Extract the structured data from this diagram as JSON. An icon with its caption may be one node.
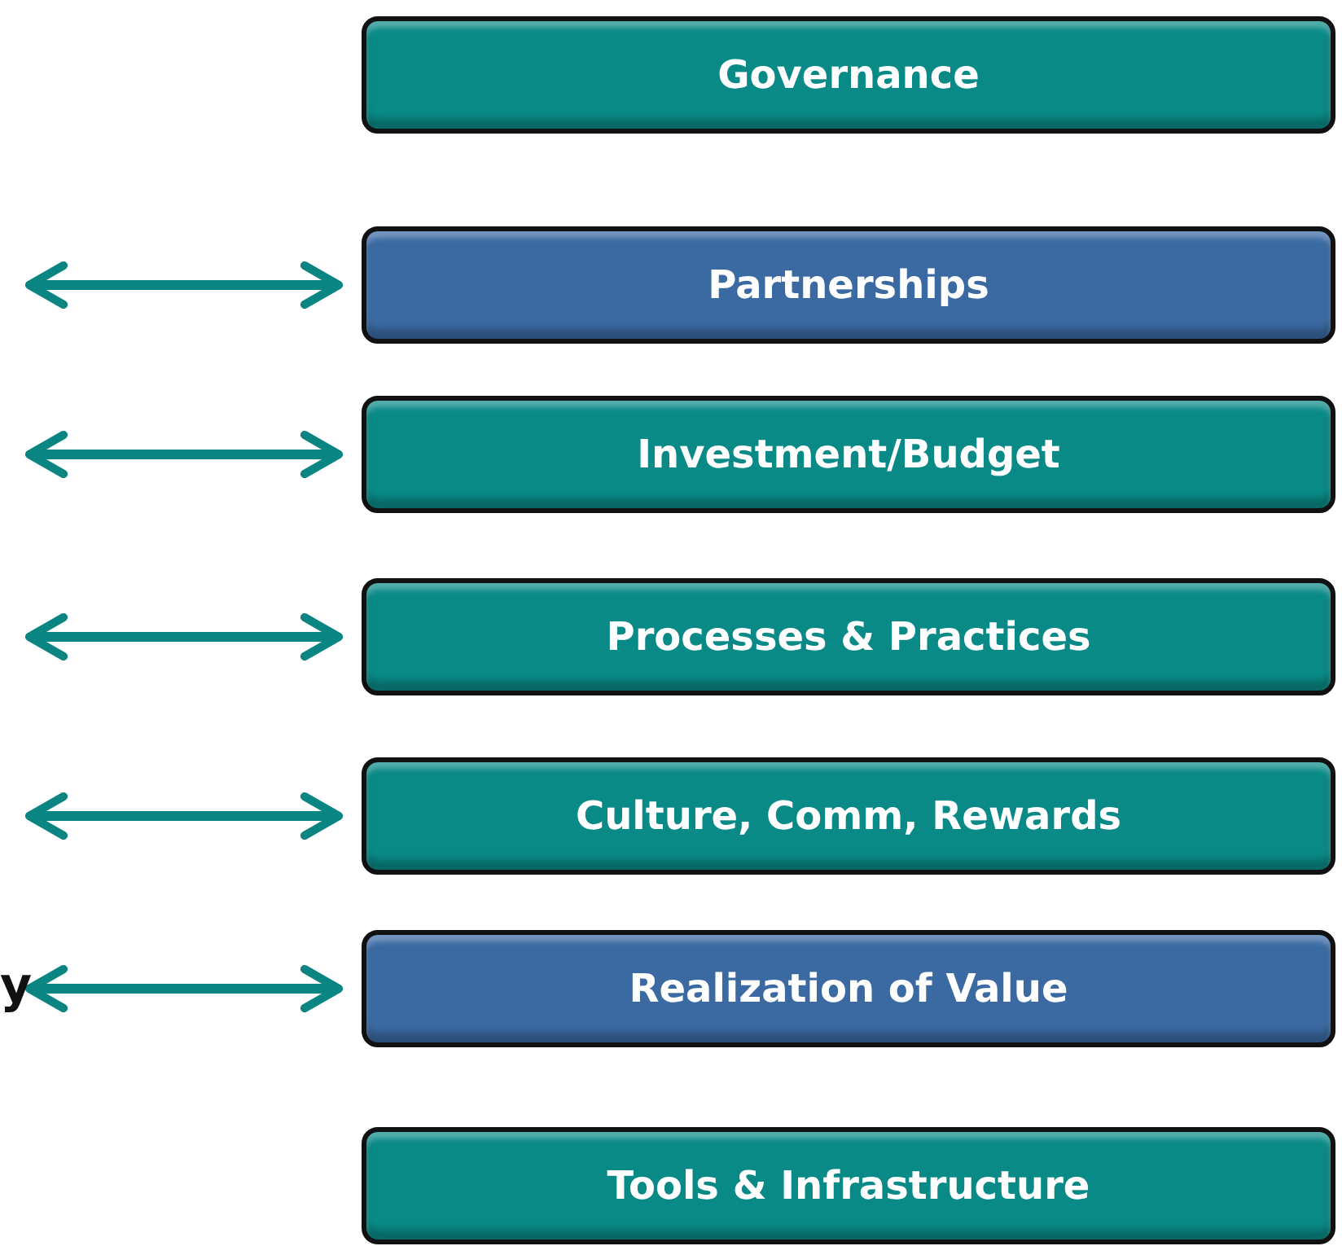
{
  "diagram": {
    "nodes": [
      {
        "text": [
          "Governance"
        ]
      },
      {
        "text": [
          "Partnerships"
        ]
      },
      {
        "text": [
          "Investment/Budget"
        ]
      },
      {
        "text": [
          "Processes & Practices"
        ]
      },
      {
        "text": [
          "Culture, Comm, Rewards"
        ]
      },
      {
        "text": [
          "y"
        ]
      },
      {
        "text": [
          "Realization of Value"
        ]
      },
      {
        "text": [
          "Tools & Infrastructure"
        ]
      }
    ],
    "edges": [
      {
        "from": null,
        "to": 1,
        "arrow": "both"
      },
      {
        "from": null,
        "to": 2,
        "arrow": "both"
      },
      {
        "from": null,
        "to": 3,
        "arrow": "both"
      },
      {
        "from": null,
        "to": 4,
        "arrow": "both"
      },
      {
        "from": 5,
        "to": 6,
        "arrow": "both"
      }
    ]
  }
}
